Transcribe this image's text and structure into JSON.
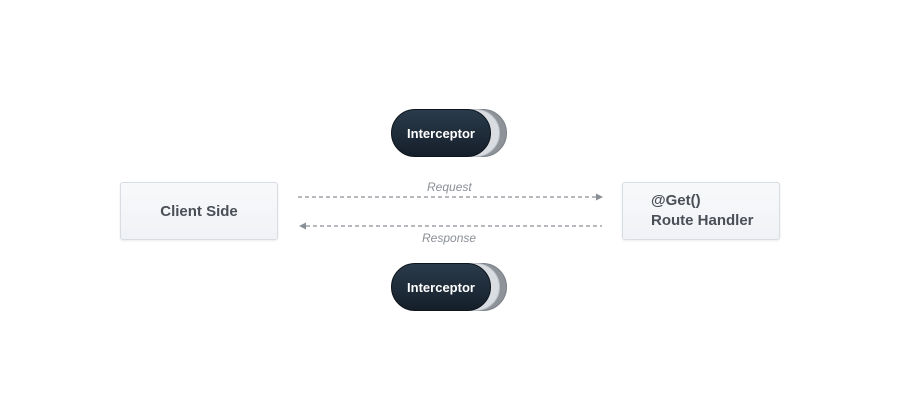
{
  "client": {
    "label": "Client Side"
  },
  "handler": {
    "line1": "@Get()",
    "line2": "Route Handler"
  },
  "interceptors": {
    "top_label": "Interceptor",
    "bottom_label": "Interceptor"
  },
  "arrows": {
    "request_label": "Request",
    "response_label": "Response"
  },
  "colors": {
    "arrow": "#8a8f96",
    "interceptor_fill": "#1b2632",
    "box_fill": "#f3f5f8"
  }
}
